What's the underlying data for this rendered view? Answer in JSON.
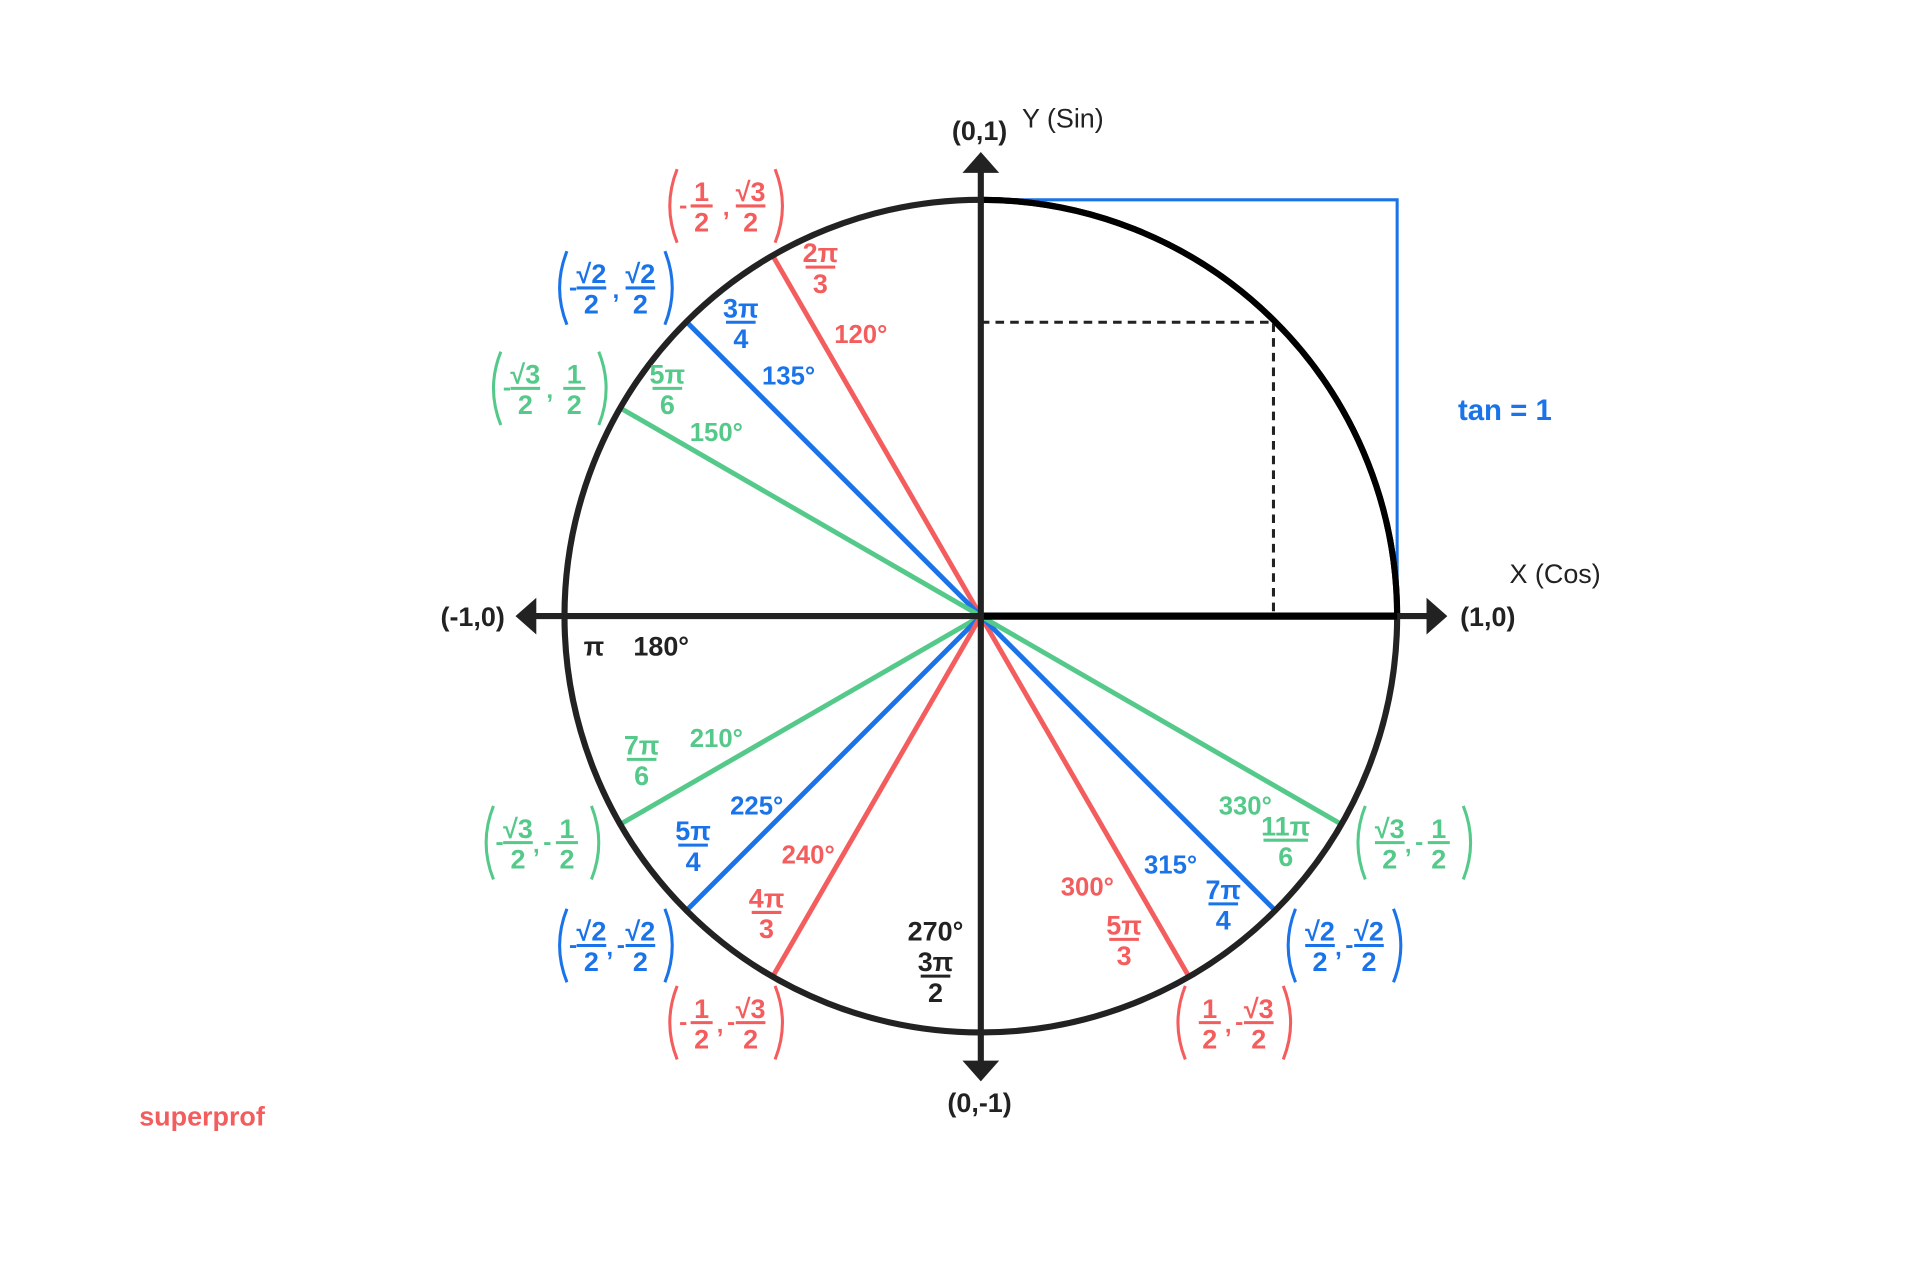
{
  "colors": {
    "red": "#f45d5d",
    "blue": "#1a73e8",
    "green": "#55c98a",
    "black": "#222222",
    "tan": "#1a73e8"
  },
  "axes": {
    "top": "(0,1)",
    "y_label": "Y (Sin)",
    "right": "(1,0)",
    "x_label": "X (Cos)",
    "left": "(-1,0)",
    "bottom": "(0,-1)"
  },
  "tan_label": "tan = 1",
  "brand": "superprof",
  "special": {
    "pi": "π",
    "deg180": "180°",
    "deg270": "270°",
    "rad270": {
      "num": "3π",
      "den": "2"
    }
  },
  "angles": [
    {
      "deg": 120,
      "deg_label": "120°",
      "color": "red",
      "rad": {
        "num": "2π",
        "den": "3"
      },
      "coord": {
        "xs": "-",
        "xn": "1",
        "xd": "2",
        "ys": "",
        "yn": "√3",
        "yd": "2"
      }
    },
    {
      "deg": 135,
      "deg_label": "135°",
      "color": "blue",
      "rad": {
        "num": "3π",
        "den": "4"
      },
      "coord": {
        "xs": "-",
        "xn": "√2",
        "xd": "2",
        "ys": "",
        "yn": "√2",
        "yd": "2"
      }
    },
    {
      "deg": 150,
      "deg_label": "150°",
      "color": "green",
      "rad": {
        "num": "5π",
        "den": "6"
      },
      "coord": {
        "xs": "-",
        "xn": "√3",
        "xd": "2",
        "ys": "",
        "yn": "1",
        "yd": "2"
      }
    },
    {
      "deg": 210,
      "deg_label": "210°",
      "color": "green",
      "rad": {
        "num": "7π",
        "den": "6"
      },
      "coord": {
        "xs": "-",
        "xn": "√3",
        "xd": "2",
        "ys": "-",
        "yn": "1",
        "yd": "2"
      }
    },
    {
      "deg": 225,
      "deg_label": "225°",
      "color": "blue",
      "rad": {
        "num": "5π",
        "den": "4"
      },
      "coord": {
        "xs": "-",
        "xn": "√2",
        "xd": "2",
        "ys": "-",
        "yn": "√2",
        "yd": "2"
      }
    },
    {
      "deg": 240,
      "deg_label": "240°",
      "color": "red",
      "rad": {
        "num": "4π",
        "den": "3"
      },
      "coord": {
        "xs": "-",
        "xn": "1",
        "xd": "2",
        "ys": "-",
        "yn": "√3",
        "yd": "2"
      }
    },
    {
      "deg": 300,
      "deg_label": "300°",
      "color": "red",
      "rad": {
        "num": "5π",
        "den": "3"
      },
      "coord": {
        "xs": "",
        "xn": "1",
        "xd": "2",
        "ys": "-",
        "yn": "√3",
        "yd": "2"
      }
    },
    {
      "deg": 315,
      "deg_label": "315°",
      "color": "blue",
      "rad": {
        "num": "7π",
        "den": "4"
      },
      "coord": {
        "xs": "",
        "xn": "√2",
        "xd": "2",
        "ys": "-",
        "yn": "√2",
        "yd": "2"
      }
    },
    {
      "deg": 330,
      "deg_label": "330°",
      "color": "green",
      "rad": {
        "num": "11π",
        "den": "6"
      },
      "coord": {
        "xs": "",
        "xn": "√3",
        "xd": "2",
        "ys": "-",
        "yn": "1",
        "yd": "2"
      }
    }
  ]
}
